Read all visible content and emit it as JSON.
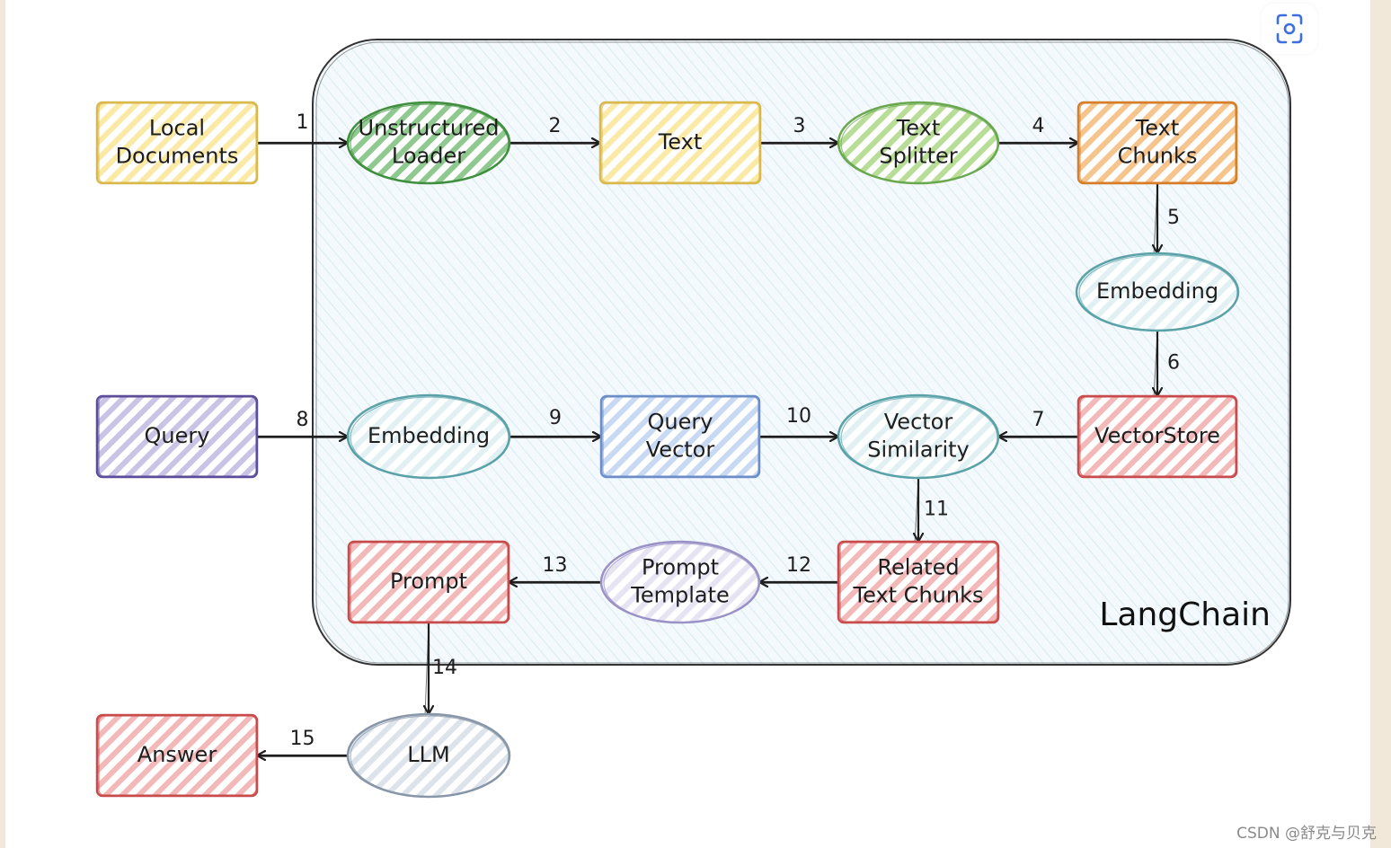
{
  "group": {
    "label": "LangChain"
  },
  "nodes": [
    {
      "id": "local-documents",
      "shape": "rect",
      "lines": [
        "Local",
        "Documents"
      ],
      "fill": "#fbe9a6",
      "stroke": "#d9b94d"
    },
    {
      "id": "unstructured-loader",
      "shape": "ellipse",
      "lines": [
        "Unstructured",
        "Loader"
      ],
      "fill": "#8fc98f",
      "stroke": "#3f8f3f"
    },
    {
      "id": "text",
      "shape": "rect",
      "lines": [
        "Text"
      ],
      "fill": "#fbe9a6",
      "stroke": "#d9b94d"
    },
    {
      "id": "text-splitter",
      "shape": "ellipse",
      "lines": [
        "Text",
        "Splitter"
      ],
      "fill": "#b8dd96",
      "stroke": "#6aa84f"
    },
    {
      "id": "text-chunks",
      "shape": "rect",
      "lines": [
        "Text",
        "Chunks"
      ],
      "fill": "#f6c48d",
      "stroke": "#d57f2a"
    },
    {
      "id": "embedding-docs",
      "shape": "ellipse",
      "lines": [
        "Embedding"
      ],
      "fill": "#e1f1f3",
      "stroke": "#5aa2a8"
    },
    {
      "id": "vectorstore",
      "shape": "rect",
      "lines": [
        "VectorStore"
      ],
      "fill": "#f3b8b8",
      "stroke": "#c94c4c"
    },
    {
      "id": "query",
      "shape": "rect",
      "lines": [
        "Query"
      ],
      "fill": "#c9c4e6",
      "stroke": "#5c4d9a"
    },
    {
      "id": "embedding-query",
      "shape": "ellipse",
      "lines": [
        "Embedding"
      ],
      "fill": "#e1f1f3",
      "stroke": "#5aa2a8"
    },
    {
      "id": "query-vector",
      "shape": "rect",
      "lines": [
        "Query",
        "Vector"
      ],
      "fill": "#c8d9f3",
      "stroke": "#6c8fc9"
    },
    {
      "id": "vector-similarity",
      "shape": "ellipse",
      "lines": [
        "Vector",
        "Similarity"
      ],
      "fill": "#e1f1f3",
      "stroke": "#5aa2a8"
    },
    {
      "id": "related-text-chunks",
      "shape": "rect",
      "lines": [
        "Related",
        "Text Chunks"
      ],
      "fill": "#f3b8b8",
      "stroke": "#c94c4c"
    },
    {
      "id": "prompt-template",
      "shape": "ellipse",
      "lines": [
        "Prompt",
        "Template"
      ],
      "fill": "#e6e3f3",
      "stroke": "#9a92c6"
    },
    {
      "id": "prompt",
      "shape": "rect",
      "lines": [
        "Prompt"
      ],
      "fill": "#f3b8b8",
      "stroke": "#c94c4c"
    },
    {
      "id": "llm",
      "shape": "ellipse",
      "lines": [
        "LLM"
      ],
      "fill": "#dde3ea",
      "stroke": "#8796a8"
    },
    {
      "id": "answer",
      "shape": "rect",
      "lines": [
        "Answer"
      ],
      "fill": "#f3b8b8",
      "stroke": "#c94c4c"
    }
  ],
  "edges": [
    {
      "label": "1",
      "from": "local-documents",
      "to": "unstructured-loader"
    },
    {
      "label": "2",
      "from": "unstructured-loader",
      "to": "text"
    },
    {
      "label": "3",
      "from": "text",
      "to": "text-splitter"
    },
    {
      "label": "4",
      "from": "text-splitter",
      "to": "text-chunks"
    },
    {
      "label": "5",
      "from": "text-chunks",
      "to": "embedding-docs"
    },
    {
      "label": "6",
      "from": "embedding-docs",
      "to": "vectorstore"
    },
    {
      "label": "7",
      "from": "vectorstore",
      "to": "vector-similarity"
    },
    {
      "label": "8",
      "from": "query",
      "to": "embedding-query"
    },
    {
      "label": "9",
      "from": "embedding-query",
      "to": "query-vector"
    },
    {
      "label": "10",
      "from": "query-vector",
      "to": "vector-similarity"
    },
    {
      "label": "11",
      "from": "vector-similarity",
      "to": "related-text-chunks"
    },
    {
      "label": "12",
      "from": "related-text-chunks",
      "to": "prompt-template"
    },
    {
      "label": "13",
      "from": "prompt-template",
      "to": "prompt"
    },
    {
      "label": "14",
      "from": "prompt",
      "to": "llm"
    },
    {
      "label": "15",
      "from": "llm",
      "to": "answer"
    }
  ],
  "toolbar": {
    "scan_icon": "scan-image-icon"
  },
  "watermark": "CSDN @舒克与贝克"
}
